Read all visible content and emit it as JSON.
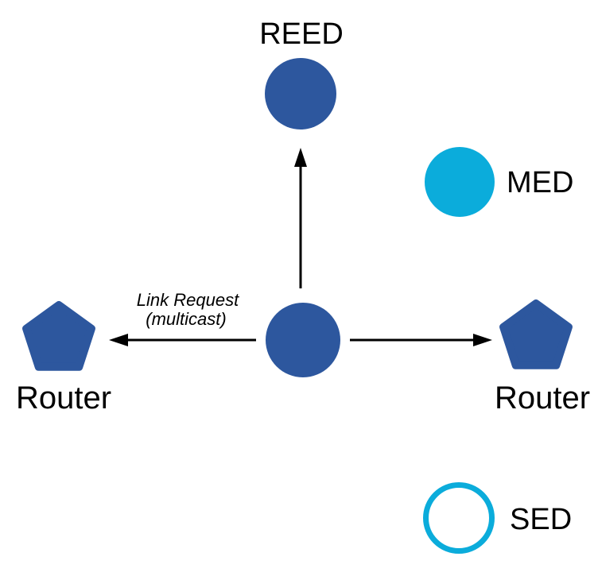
{
  "colors": {
    "node_blue": "#2D579E",
    "node_cyan": "#0BACDB",
    "sed_fill": "#FFFFFF",
    "arrow_black": "#000000",
    "background": "#FFFFFF",
    "label_text": "#000000"
  },
  "diagram": {
    "nodes": {
      "reed": {
        "label": "REED"
      },
      "med": {
        "label": "MED"
      },
      "sed": {
        "label": "SED"
      },
      "center_child": {
        "label": ""
      },
      "router_left": {
        "label": "Router"
      },
      "router_right": {
        "label": "Router"
      }
    },
    "annotation": {
      "line1": "Link Request",
      "line2": "(multicast)"
    }
  }
}
